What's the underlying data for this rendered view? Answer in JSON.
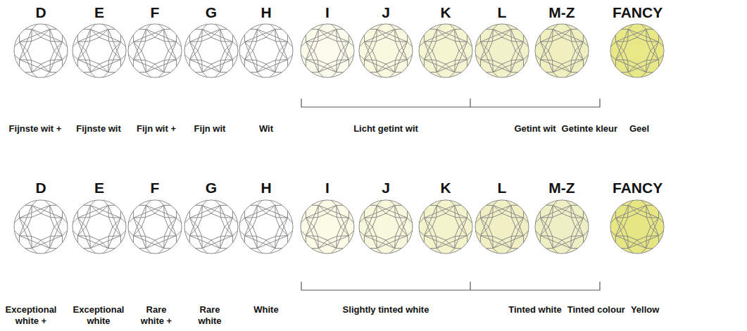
{
  "diagram": {
    "labels": [
      "D",
      "E",
      "F",
      "G",
      "H",
      "I",
      "J",
      "K",
      "L",
      "M-Z",
      "FANCY",
      "Fijnste wit +",
      "Fijnste wit",
      "Fijn wit +",
      "Fijn wit",
      "Wit",
      "Licht getint wit",
      "Getint wit",
      "Getinte kleur",
      "Geel",
      "D",
      "E",
      "F",
      "G",
      "H",
      "I",
      "J",
      "K",
      "L",
      "M-Z",
      "FANCY",
      "Exceptional white +",
      "Exceptional white",
      "Rare white +",
      "Rare white",
      "White",
      "Slightly tinted white",
      "Tinted white",
      "Tinted colour",
      "Yellow"
    ]
  }
}
